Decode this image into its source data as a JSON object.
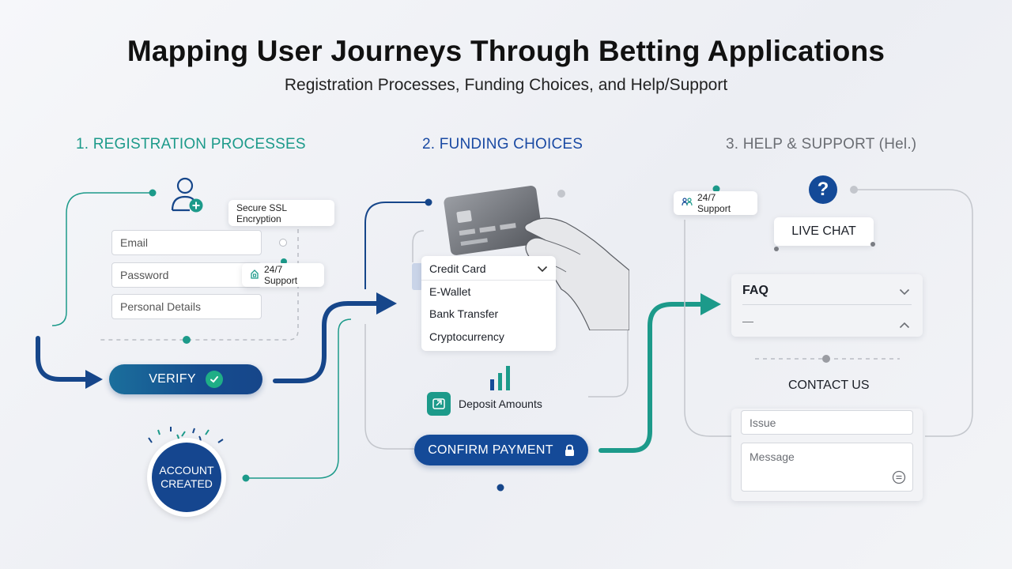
{
  "header": {
    "title": "Mapping User Journeys Through Betting Applications",
    "subtitle": "Registration Processes, Funding Choices, and Help/Support"
  },
  "sections": {
    "registration": {
      "heading": "1. REGISTRATION PROCESSES",
      "fields": [
        "Email",
        "Password",
        "Personal Details"
      ],
      "ssl_badge": "Secure SSL Encryption",
      "support_badge": "24/7 Support",
      "verify_label": "VERIFY",
      "account_created": [
        "ACCOUNT",
        "CREATED"
      ]
    },
    "funding": {
      "heading": "2. FUNDING CHOICES",
      "selected_option": "Credit Card",
      "options": [
        "E-Wallet",
        "Bank Transfer",
        "Cryptocurrency"
      ],
      "deposit_label": "Deposit Amounts",
      "confirm_label": "CONFIRM PAYMENT"
    },
    "support": {
      "heading": "3. HELP & SUPPORT (Hel.)",
      "support_badge": "24/7 Support",
      "help_symbol": "?",
      "live_chat_label": "LIVE CHAT",
      "faq_label": "FAQ",
      "faq_collapsed": "—",
      "contact_label": "CONTACT US",
      "issue_placeholder": "Issue",
      "message_placeholder": "Message"
    }
  },
  "colors": {
    "teal": "#1c9a8a",
    "navy": "#144a98",
    "gray": "#6b6e74"
  },
  "icons": [
    "user-add-icon",
    "lock-icon",
    "check-icon",
    "chevron-down-icon",
    "chevron-up-icon",
    "question-icon",
    "bar-chart-icon",
    "deposit-icon",
    "chat-bubble-icon",
    "support-people-icon",
    "confetti-icon"
  ]
}
